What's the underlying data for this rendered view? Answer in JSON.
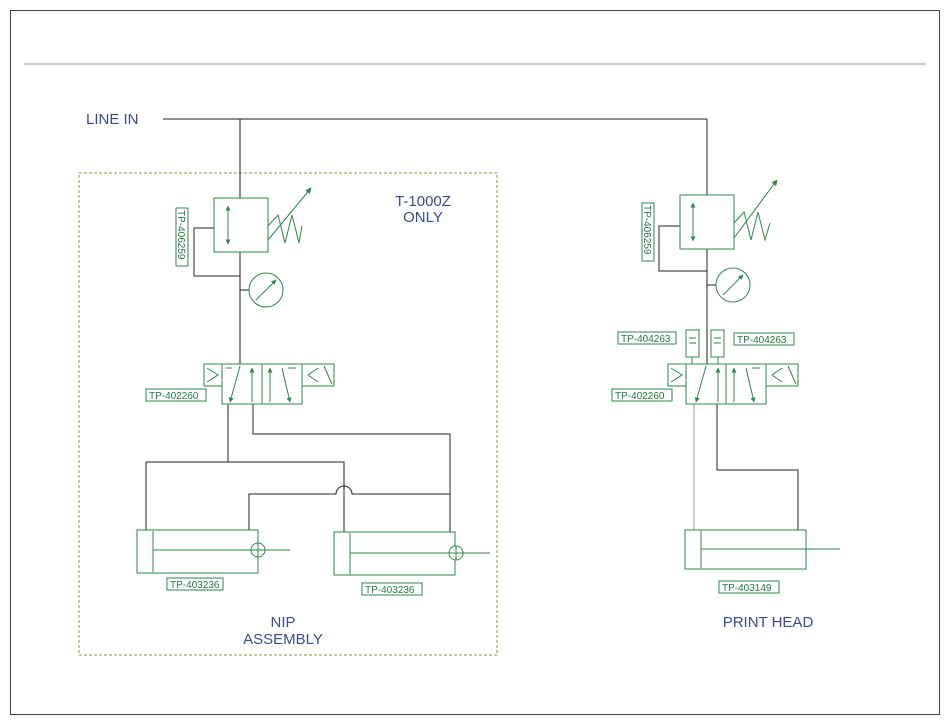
{
  "labels": {
    "line_in": "LINE IN",
    "t1000z_line1": "T-1000Z",
    "t1000z_line2": "ONLY",
    "nip_line1": "NIP",
    "nip_line2": "ASSEMBLY",
    "print_head": "PRINT HEAD"
  },
  "parts": {
    "left_regulator": "TP-406259",
    "right_regulator": "TP-406259",
    "left_valve": "TP-402260",
    "right_valve": "TP-402260",
    "flow_control_left": "TP-404263",
    "flow_control_right": "TP-404263",
    "nip_cylinder_left": "TP-403236",
    "nip_cylinder_right": "TP-403236",
    "print_head_cylinder": "TP-403149"
  },
  "colors": {
    "component": "#2a8a4a",
    "label_text": "#3a4a9a",
    "part_text": "#1f7a3e",
    "pipe": "#222222",
    "border": "#444444"
  }
}
